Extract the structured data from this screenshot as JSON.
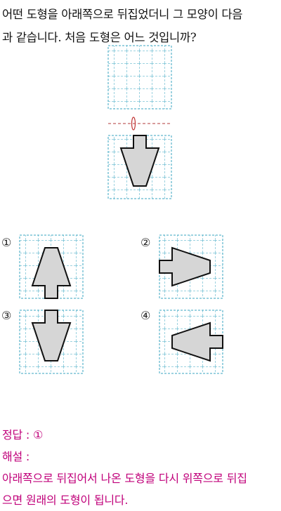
{
  "question": {
    "line1": "어떤 도형을 아래쪽으로 뒤집었더니 그 모양이 다음",
    "line2": "과 같습니다. 처음 도형은 어느 것입니까?"
  },
  "choices": [
    {
      "label": "①"
    },
    {
      "label": "②"
    },
    {
      "label": "③"
    },
    {
      "label": "④"
    }
  ],
  "answer": {
    "answer_line": "정답 : ①",
    "explanation_label": "해설 :",
    "explanation_line1": "아래쪽으로 뒤집어서 나온 도형을 다시 위쪽으로 뒤집",
    "explanation_line2": "으면 원래의 도형이 됩니다."
  },
  "colors": {
    "grid": "#3aa6c2",
    "shape_fill": "#d6d6d6",
    "flip_axis": "#b03a3a",
    "answer_text": "#c0007a"
  }
}
